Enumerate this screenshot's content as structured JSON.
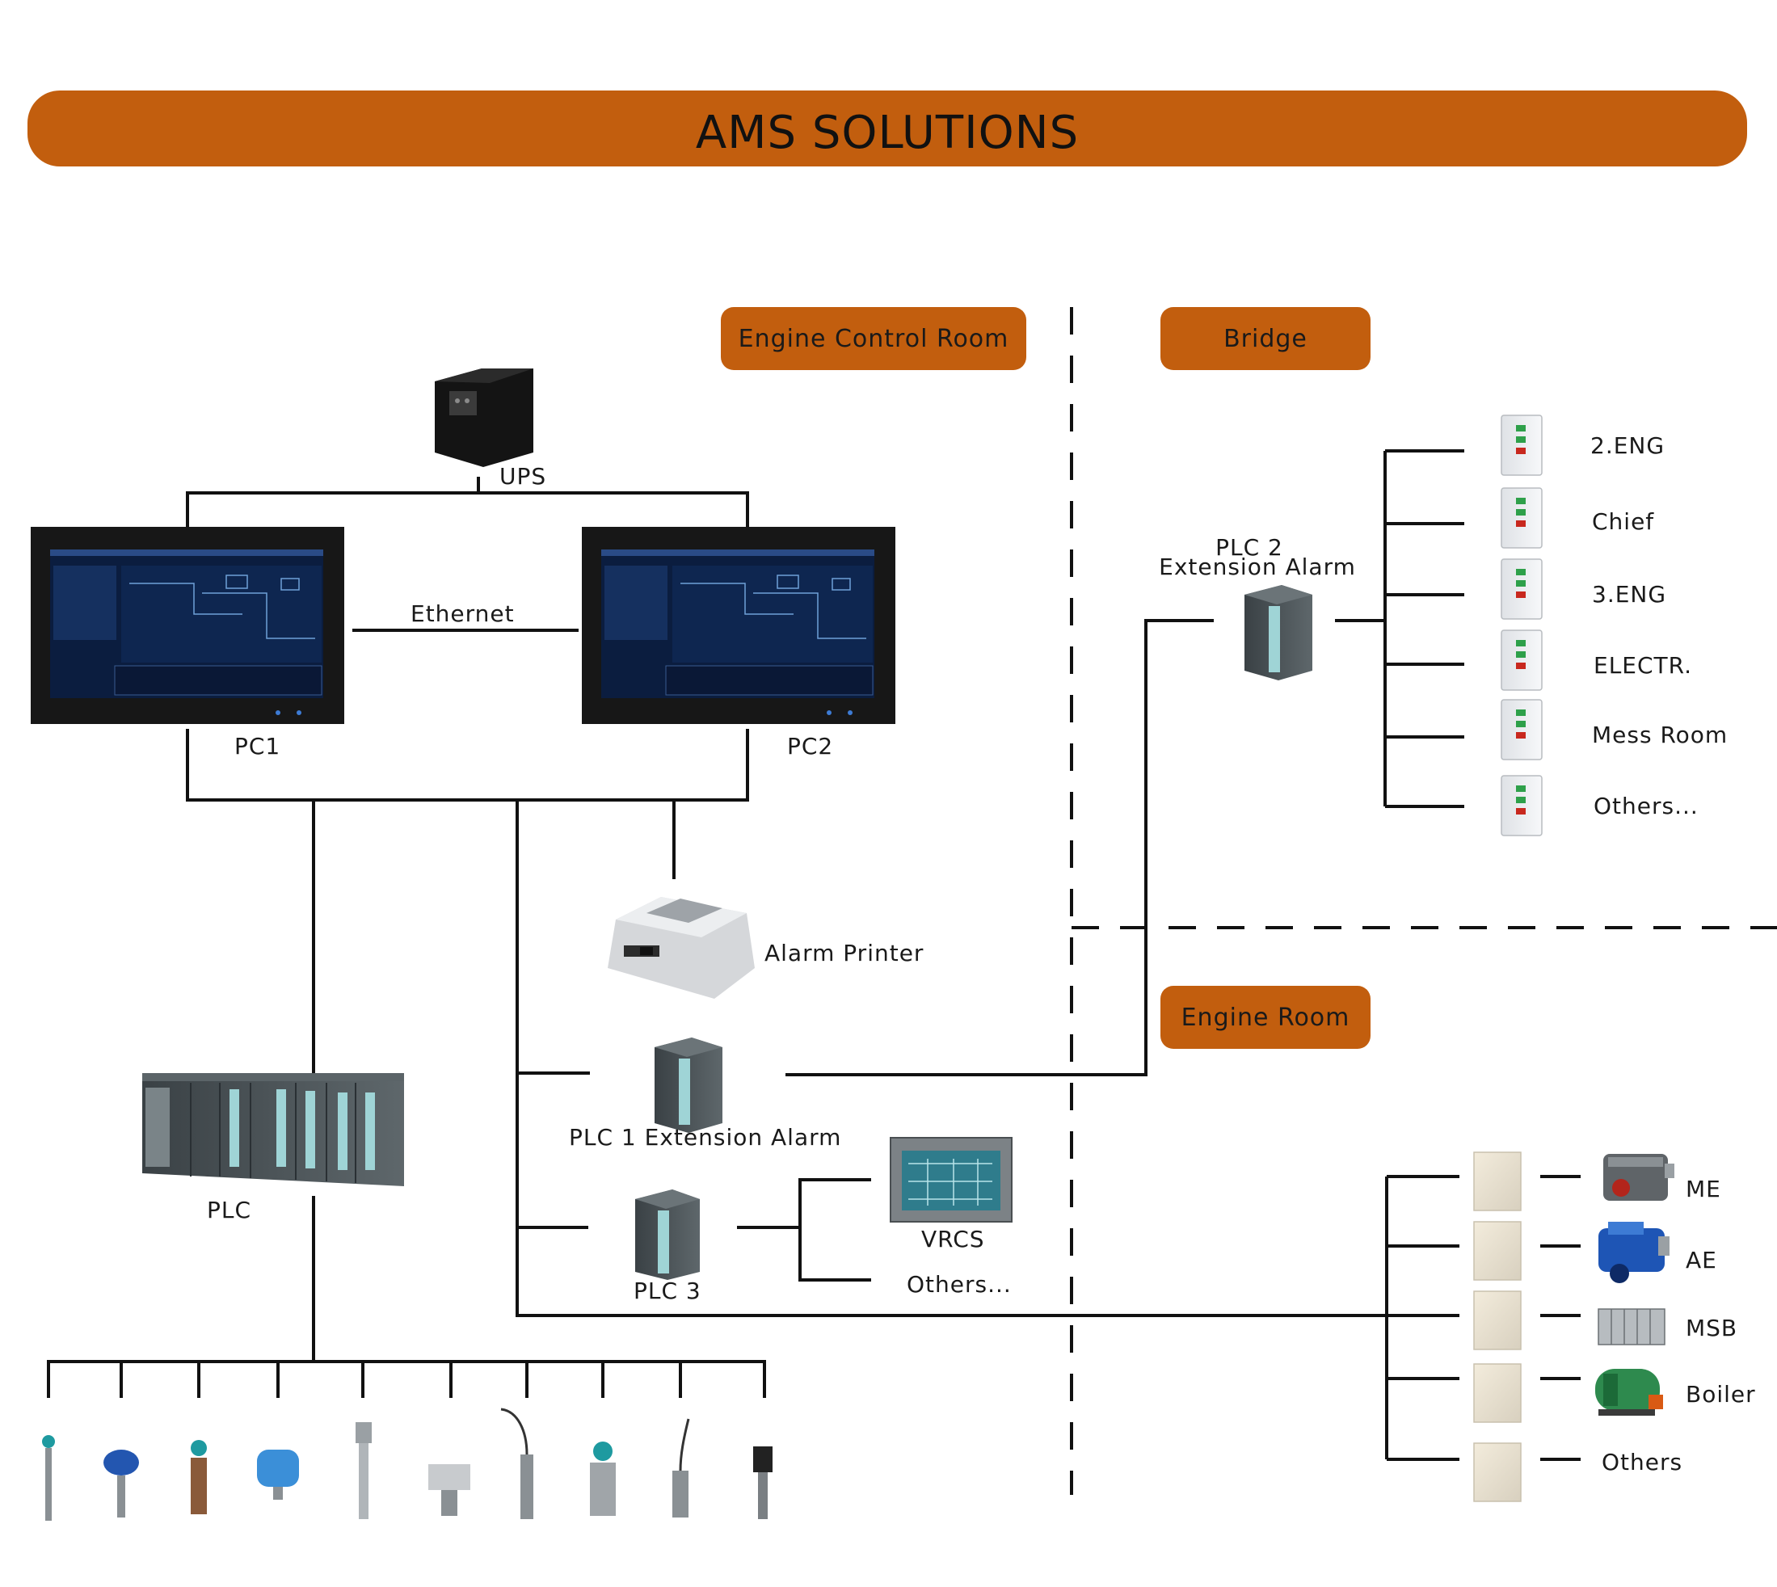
{
  "banner": {
    "title": "AMS SOLUTIONS"
  },
  "zones": {
    "engine_control_room": "Engine Control Room",
    "bridge": "Bridge",
    "engine_room": "Engine Room"
  },
  "devices": {
    "ups": "UPS",
    "pc1": "PC1",
    "pc2": "PC2",
    "ethernet": "Ethernet",
    "alarm_printer": "Alarm Printer",
    "plc": "PLC",
    "plc1": "PLC 1 Extension Alarm",
    "plc2_line1": "PLC 2",
    "plc2_line2": "Extension  Alarm",
    "plc3": "PLC 3",
    "vrcs": "VRCS",
    "vrcs_others": "Others...",
    "monitor_title": "AE FO SERVICE SYSTEM"
  },
  "bridge_panels": [
    "2.ENG",
    "Chief",
    "3.ENG",
    "ELECTR.",
    "Mess Room",
    "Others..."
  ],
  "engine_room_items": [
    "ME",
    "AE",
    "MSB",
    "Boiler",
    "Others"
  ],
  "sensor_count": 10,
  "colors": {
    "accent": "#c25e0e",
    "line": "#111111",
    "screen": "#0b1d3f"
  }
}
